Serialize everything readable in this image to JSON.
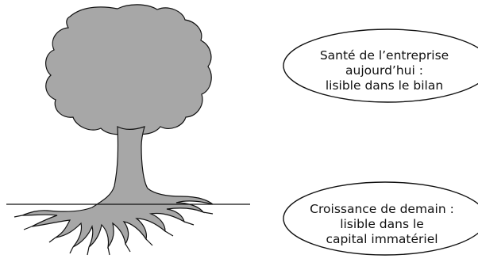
{
  "colors": {
    "tree_fill": "#a7a7a7",
    "outline": "#111111",
    "background": "#ffffff"
  },
  "icons": {
    "tree": "tree-with-roots-icon"
  },
  "bubbles": {
    "today": {
      "line1": "Santé de l’entreprise",
      "line2": "aujourd’hui :",
      "line3": "lisible dans le bilan"
    },
    "tomorrow": {
      "line1": "Croissance de demain :",
      "line2": "lisible dans le",
      "line3": "capital immatériel"
    }
  }
}
